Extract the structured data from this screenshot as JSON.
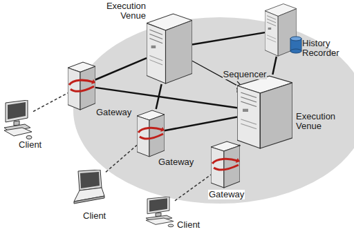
{
  "diagram": {
    "nodes": [
      {
        "text": [
          "Execution Venue"
        ]
      },
      {
        "text": [
          "History Recorder"
        ]
      },
      {
        "text": [
          "Sequencer"
        ]
      },
      {
        "text": [
          "Execution Venue"
        ]
      },
      {
        "text": [
          "Gateway"
        ]
      },
      {
        "text": [
          "Gateway"
        ]
      },
      {
        "text": [
          "Gateway"
        ]
      },
      {
        "text": [
          "Client"
        ]
      },
      {
        "text": [
          "Client"
        ]
      },
      {
        "text": [
          "Client"
        ]
      }
    ],
    "edges": [
      {
        "from": 4,
        "to": 0,
        "arrow": "none"
      },
      {
        "from": 4,
        "to": 3,
        "arrow": "none"
      },
      {
        "from": 5,
        "to": 0,
        "arrow": "none"
      },
      {
        "from": 5,
        "to": 3,
        "arrow": "none"
      },
      {
        "from": 6,
        "to": 3,
        "arrow": "none"
      },
      {
        "from": 0,
        "to": 1,
        "arrow": "none"
      },
      {
        "from": 3,
        "to": 1,
        "arrow": "none"
      },
      {
        "from": 2,
        "to": 0,
        "arrow": "none"
      },
      {
        "from": 2,
        "to": 3,
        "arrow": "none"
      },
      {
        "from": 7,
        "to": 4,
        "arrow": "none"
      },
      {
        "from": 8,
        "to": 5,
        "arrow": "none"
      },
      {
        "from": 9,
        "to": 6,
        "arrow": "none"
      }
    ]
  }
}
